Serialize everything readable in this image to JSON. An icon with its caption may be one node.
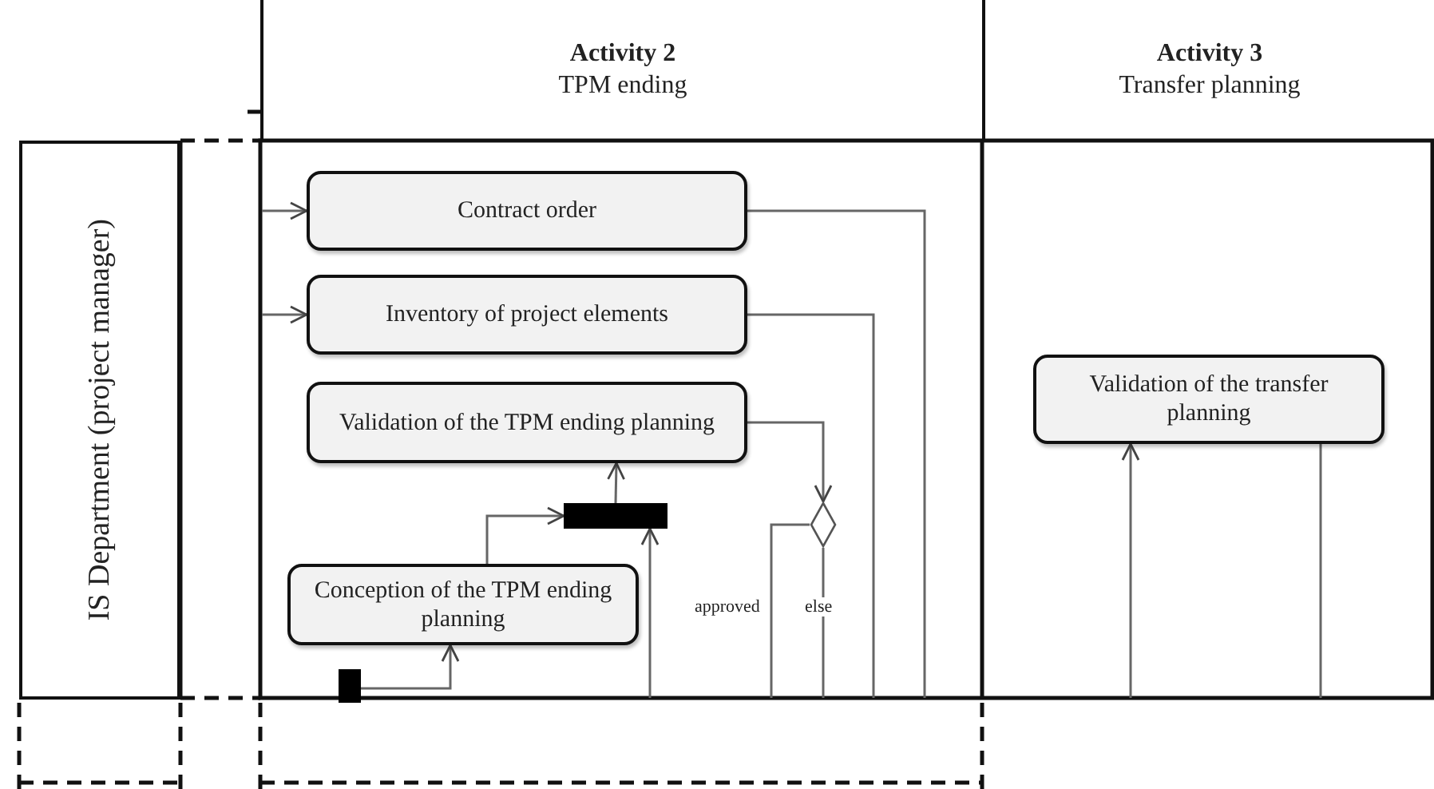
{
  "diagram": {
    "nodes": [
      {
        "text": [
          "IS Department (project manager)"
        ]
      },
      {
        "text": [
          "Activity 2",
          "TPM ending"
        ]
      },
      {
        "text": [
          "Activity 3",
          "Transfer planning"
        ]
      },
      {
        "text": [
          "Contract order"
        ]
      },
      {
        "text": [
          "Inventory of project elements"
        ]
      },
      {
        "text": [
          "Validation of the TPM ending planning"
        ]
      },
      {
        "text": [],
        "shape": "bar"
      },
      {
        "text": [
          "Conception of the TPM ending planning"
        ]
      },
      {
        "text": [],
        "shape": "bar"
      },
      {
        "text": [],
        "shape": "diamond"
      },
      {
        "text": [
          "Validation of the transfer planning"
        ]
      }
    ],
    "edges": [
      {
        "from": null,
        "to": 3,
        "arrow": "to"
      },
      {
        "from": null,
        "to": 4,
        "arrow": "to"
      },
      {
        "from": 8,
        "to": 7,
        "arrow": "to"
      },
      {
        "from": 7,
        "to": 6,
        "arrow": "to"
      },
      {
        "from": null,
        "to": 6,
        "arrow": "to"
      },
      {
        "from": 6,
        "to": 5,
        "arrow": "to"
      },
      {
        "from": 5,
        "to": 9,
        "arrow": "to"
      },
      {
        "from": 9,
        "to": null,
        "arrow": "none",
        "label": "approved"
      },
      {
        "from": 9,
        "to": null,
        "arrow": "none",
        "label": "else"
      },
      {
        "from": 4,
        "to": null,
        "arrow": "none"
      },
      {
        "from": 3,
        "to": null,
        "arrow": "none"
      },
      {
        "from": null,
        "to": 10,
        "arrow": "to"
      },
      {
        "from": 10,
        "to": null,
        "arrow": "none"
      }
    ]
  }
}
